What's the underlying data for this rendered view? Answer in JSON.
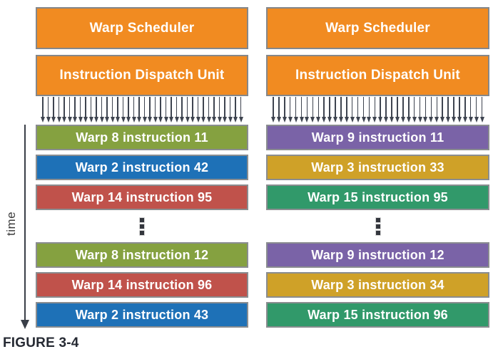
{
  "caption": "FIGURE 3-4",
  "time_axis": {
    "label": "time"
  },
  "palette": {
    "orange": "#F18B21",
    "olive_green": "#85A140",
    "blue": "#1E71B7",
    "red": "#C0524B",
    "purple": "#7A63A7",
    "gold": "#CFA128",
    "teal_green": "#31996A",
    "box_border": "#85878A",
    "arrow": "#3E4450"
  },
  "columns": [
    {
      "scheduler_label": "Warp Scheduler",
      "dispatch_label": "Instruction Dispatch Unit",
      "rows_top": [
        {
          "label": "Warp 8 instruction 11",
          "color": "#85A140"
        },
        {
          "label": "Warp 2 instruction 42",
          "color": "#1E71B7"
        },
        {
          "label": "Warp 14 instruction 95",
          "color": "#C0524B"
        }
      ],
      "rows_bottom": [
        {
          "label": "Warp 8 instruction 12",
          "color": "#85A140"
        },
        {
          "label": "Warp 14 instruction 96",
          "color": "#C0524B"
        },
        {
          "label": "Warp 2 instruction 43",
          "color": "#1E71B7"
        }
      ]
    },
    {
      "scheduler_label": "Warp Scheduler",
      "dispatch_label": "Instruction Dispatch Unit",
      "rows_top": [
        {
          "label": "Warp 9 instruction 11",
          "color": "#7A63A7"
        },
        {
          "label": "Warp 3 instruction 33",
          "color": "#CFA128"
        },
        {
          "label": "Warp 15 instruction 95",
          "color": "#31996A"
        }
      ],
      "rows_bottom": [
        {
          "label": "Warp 9 instruction 12",
          "color": "#7A63A7"
        },
        {
          "label": "Warp 3 instruction 34",
          "color": "#CFA128"
        },
        {
          "label": "Warp 15 instruction 96",
          "color": "#31996A"
        }
      ]
    }
  ]
}
